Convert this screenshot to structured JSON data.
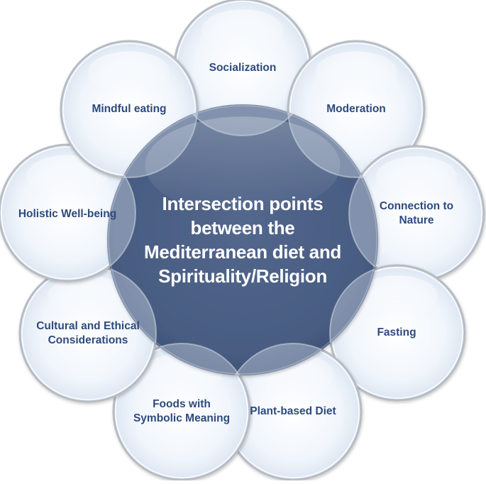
{
  "center": {
    "title": "Intersection points between the Mediterranean diet and Spirituality/Religion"
  },
  "petals": [
    {
      "label": "Socialization"
    },
    {
      "label": "Moderation"
    },
    {
      "label": "Connection to Nature"
    },
    {
      "label": "Fasting"
    },
    {
      "label": "Plant-based Diet"
    },
    {
      "label": "Foods with Symbolic Meaning"
    },
    {
      "label": "Cultural and Ethical Considerations"
    },
    {
      "label": "Holistic Well-being"
    },
    {
      "label": "Mindful eating"
    }
  ],
  "colors": {
    "center_fill": "#4a5f85",
    "petal_fill": "#eef4fb",
    "petal_stroke": "#b7bcc4",
    "petal_text": "#2e4a7d",
    "center_text": "#ffffff"
  }
}
